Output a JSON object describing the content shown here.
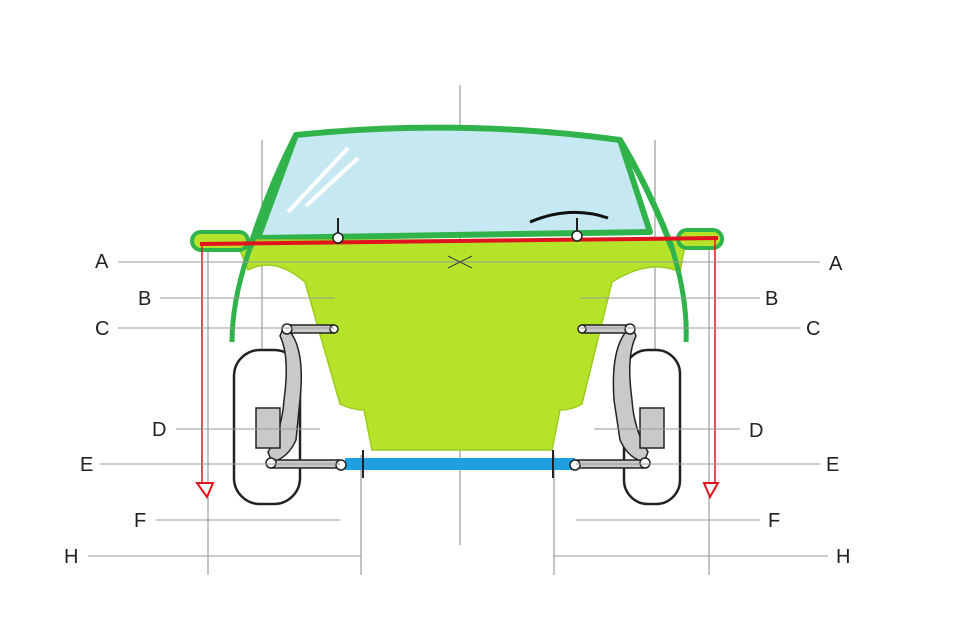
{
  "labels": {
    "a": "A",
    "b": "B",
    "c": "C",
    "d": "D",
    "e": "E",
    "f": "F",
    "h": "H"
  },
  "colors": {
    "body_outline": "#2fb34a",
    "body_fill": "#b5e32a",
    "windshield": "#c6e8f2",
    "crossmember": "#1e9fe0",
    "measure_line": "#e0141e",
    "guide_lines": "#8a8a8a"
  },
  "icons": {
    "arrow_left": "red-down-arrow-icon",
    "arrow_right": "red-down-arrow-icon",
    "wheel_left": "wheel-icon",
    "wheel_right": "wheel-icon"
  }
}
